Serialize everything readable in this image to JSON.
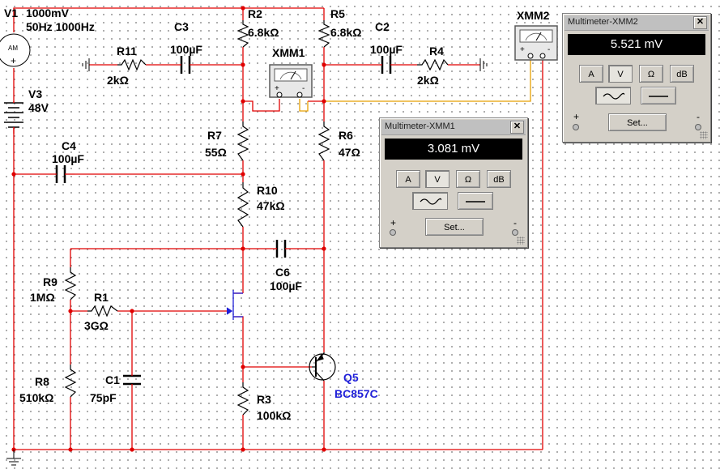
{
  "colors": {
    "wire": "#e00000",
    "component": "#000000",
    "wire_blue": "#1f1fd8",
    "wire_orange": "#e8a000",
    "probe": "#5a5a5a"
  },
  "components": {
    "v1": {
      "name": "V1",
      "line1": "1000mV",
      "line2": "50Hz 1000Hz",
      "symbol": "AM"
    },
    "v3": {
      "name": "V3",
      "value": "48V"
    },
    "r11": {
      "name": "R11",
      "value": "2kΩ"
    },
    "c3": {
      "name": "C3",
      "value": "100µF"
    },
    "r2": {
      "name": "R2",
      "value": "6.8kΩ"
    },
    "r5": {
      "name": "R5",
      "value": "6.8kΩ"
    },
    "c2": {
      "name": "C2",
      "value": "100µF"
    },
    "r4": {
      "name": "R4",
      "value": "2kΩ"
    },
    "xmm1": {
      "name": "XMM1"
    },
    "xmm2": {
      "name": "XMM2"
    },
    "c4": {
      "name": "C4",
      "value": "100µF"
    },
    "r7": {
      "name": "R7",
      "value": "55Ω"
    },
    "r6": {
      "name": "R6",
      "value": "47Ω"
    },
    "r10": {
      "name": "R10",
      "value": "47kΩ"
    },
    "c6": {
      "name": "C6",
      "value": "100µF"
    },
    "r9": {
      "name": "R9",
      "value": "1MΩ"
    },
    "r1": {
      "name": "R1",
      "value": "3GΩ"
    },
    "r8": {
      "name": "R8",
      "value": "510kΩ"
    },
    "c1": {
      "name": "C1",
      "value": "75pF"
    },
    "r3": {
      "name": "R3",
      "value": "100kΩ"
    },
    "q5": {
      "name": "Q5",
      "model": "BC857C"
    }
  },
  "panels": {
    "xmm1": {
      "title": "Multimeter-XMM1",
      "reading": "3.081 mV",
      "buttons": [
        "A",
        "V",
        "Ω",
        "dB"
      ],
      "selected": "V",
      "set_label": "Set...",
      "plus": "+",
      "minus": "-"
    },
    "xmm2": {
      "title": "Multimeter-XMM2",
      "reading": "5.521 mV",
      "buttons": [
        "A",
        "V",
        "Ω",
        "dB"
      ],
      "selected": "V",
      "set_label": "Set...",
      "plus": "+",
      "minus": "-"
    }
  },
  "close_glyph": "✕"
}
